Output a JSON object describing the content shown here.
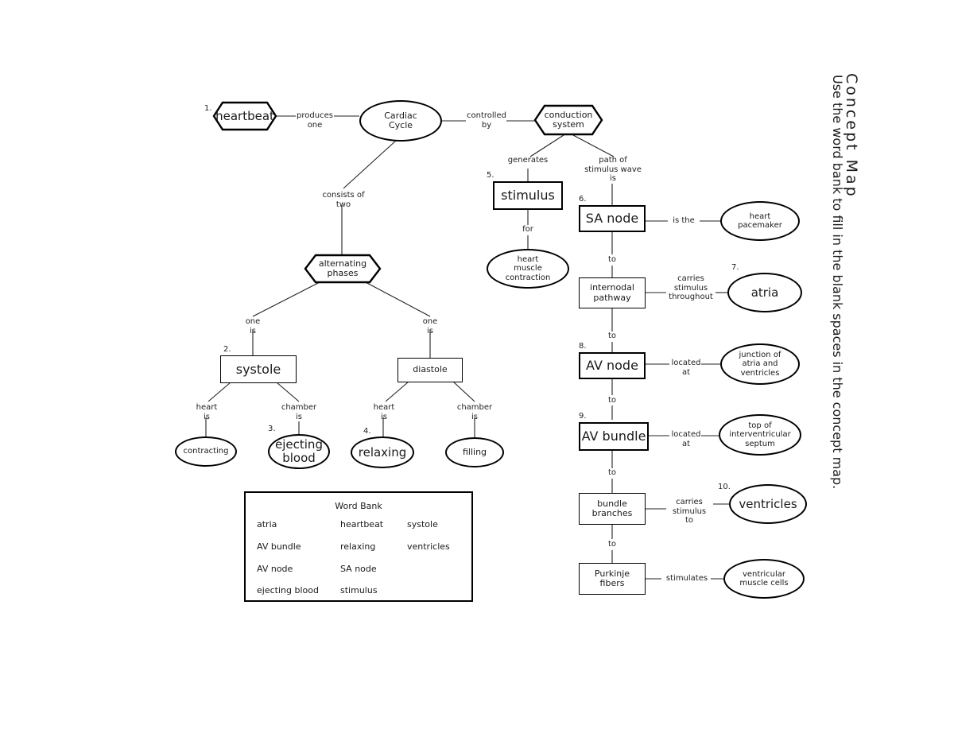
{
  "heading": {
    "title": "Concept Map",
    "subtitle": "Use the word bank to fill in the blank spaces in the concept map."
  },
  "nodes": {
    "heartbeat": {
      "label": "heartbeat",
      "shape": "hexagon",
      "number": "1."
    },
    "cardiac_cycle": {
      "label": "Cardiac\nCycle",
      "shape": "ellipse"
    },
    "conduction_system": {
      "label": "conduction\nsystem",
      "shape": "hexagon"
    },
    "stimulus": {
      "label": "stimulus",
      "shape": "rect",
      "number": "5."
    },
    "heart_muscle": {
      "label": "heart\nmuscle\ncontraction",
      "shape": "ellipse"
    },
    "sa_node": {
      "label": "SA node",
      "shape": "rect",
      "number": "6."
    },
    "heart_pacemaker": {
      "label": "heart\npacemaker",
      "shape": "ellipse"
    },
    "internodal_pathway": {
      "label": "internodal\npathway",
      "shape": "rect"
    },
    "atria": {
      "label": "atria",
      "shape": "ellipse",
      "number": "7."
    },
    "av_node": {
      "label": "AV node",
      "shape": "rect",
      "number": "8."
    },
    "junction": {
      "label": "junction of\natria and\nventricles",
      "shape": "ellipse"
    },
    "av_bundle": {
      "label": "AV bundle",
      "shape": "rect",
      "number": "9."
    },
    "septum": {
      "label": "top of\ninterventricular\nseptum",
      "shape": "ellipse"
    },
    "bundle_branches": {
      "label": "bundle\nbranches",
      "shape": "rect"
    },
    "ventricles": {
      "label": "ventricles",
      "shape": "ellipse",
      "number": "10."
    },
    "purkinje_fibers": {
      "label": "Purkinje\nfibers",
      "shape": "rect"
    },
    "ventricular_muscle": {
      "label": "ventricular\nmuscle cells",
      "shape": "ellipse"
    },
    "alternating_phases": {
      "label": "alternating\nphases",
      "shape": "hexagon"
    },
    "systole": {
      "label": "systole",
      "shape": "rect",
      "number": "2."
    },
    "diastole": {
      "label": "diastole",
      "shape": "rect"
    },
    "contracting": {
      "label": "contracting",
      "shape": "ellipse"
    },
    "ejecting_blood": {
      "label": "ejecting\nblood",
      "shape": "ellipse",
      "number": "3."
    },
    "relaxing": {
      "label": "relaxing",
      "shape": "ellipse",
      "number": "4."
    },
    "filling": {
      "label": "filling",
      "shape": "ellipse"
    }
  },
  "links": {
    "produces_one": "produces\none",
    "controlled_by": "controlled\nby",
    "generates": "generates",
    "path_of_stimulus_wave": "path of\nstimulus wave\nis",
    "for": "for",
    "is_the": "is the",
    "to_1": "to",
    "carries_throughout": "carries\nstimulus\nthroughout",
    "to_2": "to",
    "located_at_1": "located\nat",
    "to_3": "to",
    "located_at_2": "located\nat",
    "to_4": "to",
    "carries_stimulus_to": "carries\nstimulus\nto",
    "to_5": "to",
    "stimulates": "stimulates",
    "consists_of_two": "consists of\ntwo",
    "one_is_left": "one\nis",
    "one_is_right": "one\nis",
    "heart_is_1": "heart\nis",
    "chamber_is_1": "chamber\nis",
    "heart_is_2": "heart\nis",
    "chamber_is_2": "chamber\nis"
  },
  "word_bank": {
    "title": "Word Bank",
    "col1": [
      "atria",
      "AV bundle",
      "AV node",
      "ejecting blood"
    ],
    "col2": [
      "heartbeat",
      "relaxing",
      "SA node",
      "stimulus"
    ],
    "col3": [
      "systole",
      "ventricles"
    ]
  },
  "colors": {
    "stroke": "#000000",
    "text": "#1a1a1a",
    "background": "#ffffff"
  }
}
